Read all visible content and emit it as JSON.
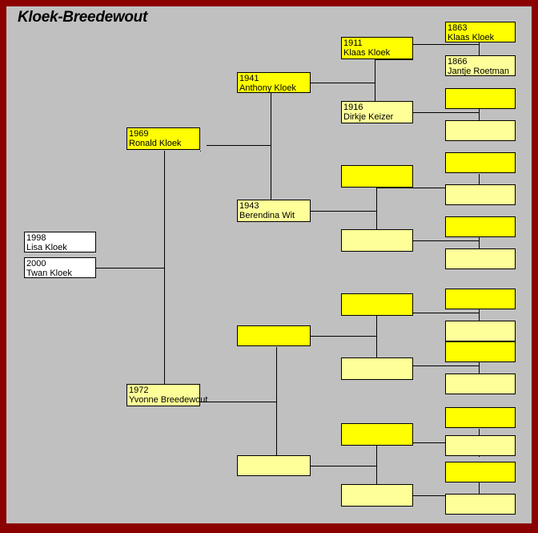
{
  "chart": {
    "title": "Kloek-Breedewout",
    "colors": {
      "frame": "#8b0000",
      "background": "#c0c0c0",
      "male_box": "#ffff00",
      "female_box": "#ffff99",
      "child_box": "#ffffff",
      "line": "#000000",
      "text": "#000000"
    }
  },
  "people": {
    "ronald": {
      "year": "1969",
      "name": "Ronald Kloek"
    },
    "yvonne": {
      "year": "1972",
      "name": "Yvonne Breedewout"
    },
    "anthony": {
      "year": "1941",
      "name": "Anthony Kloek"
    },
    "berendina": {
      "year": "1943",
      "name": "Berendina Wit"
    },
    "klaas1911": {
      "year": "1911",
      "name": "Klaas Kloek"
    },
    "dirkje": {
      "year": "1916",
      "name": "Dirkje Keizer"
    },
    "klaas1863": {
      "year": "1863",
      "name": "Klaas Kloek"
    },
    "jantje": {
      "year": "1866",
      "name": "Jantje Roetman"
    },
    "lisa": {
      "year": "1998",
      "name": "Lisa Kloek"
    },
    "twan": {
      "year": "2000",
      "name": "Twan Kloek"
    }
  },
  "empty_nodes": {
    "label": "",
    "count": 22
  }
}
